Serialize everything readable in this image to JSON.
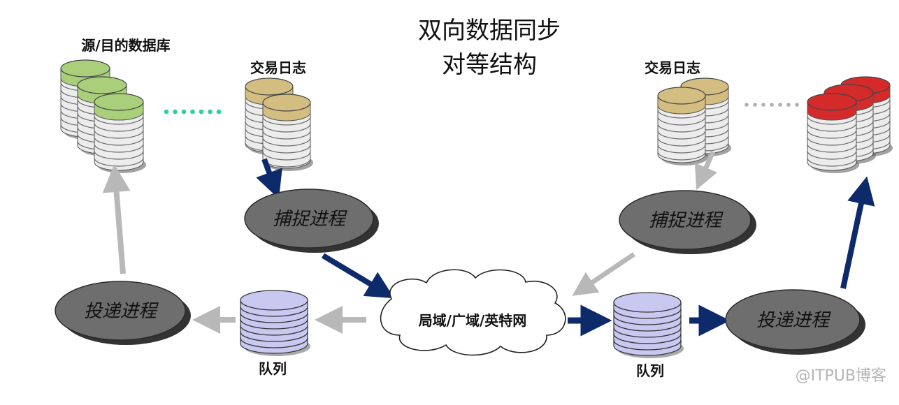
{
  "title": {
    "line1": "双向数据同步",
    "line2": "对等结构"
  },
  "labels": {
    "source_db": "源/目的数据库",
    "txlog_left": "交易日志",
    "txlog_right": "交易日志",
    "capture_left": "捕捉进程",
    "capture_right": "捕捉进程",
    "delivery_left": "投递进程",
    "delivery_right": "投递进程",
    "queue_left": "队列",
    "queue_right": "队列",
    "network": "局域/广域/英特网",
    "watermark": "@ITPUB博客"
  },
  "colors": {
    "db_green": "#a9cf7a",
    "db_tan": "#d4bd80",
    "db_red": "#d42a2a",
    "queue_lavender": "#c8c8f0",
    "process_gray": "#6e6e6e",
    "arrow_navy": "#0d2a6b",
    "arrow_gray": "#b8b8b8",
    "dots_teal": "#2fcfa5",
    "dots_gray": "#b0b0b0"
  }
}
